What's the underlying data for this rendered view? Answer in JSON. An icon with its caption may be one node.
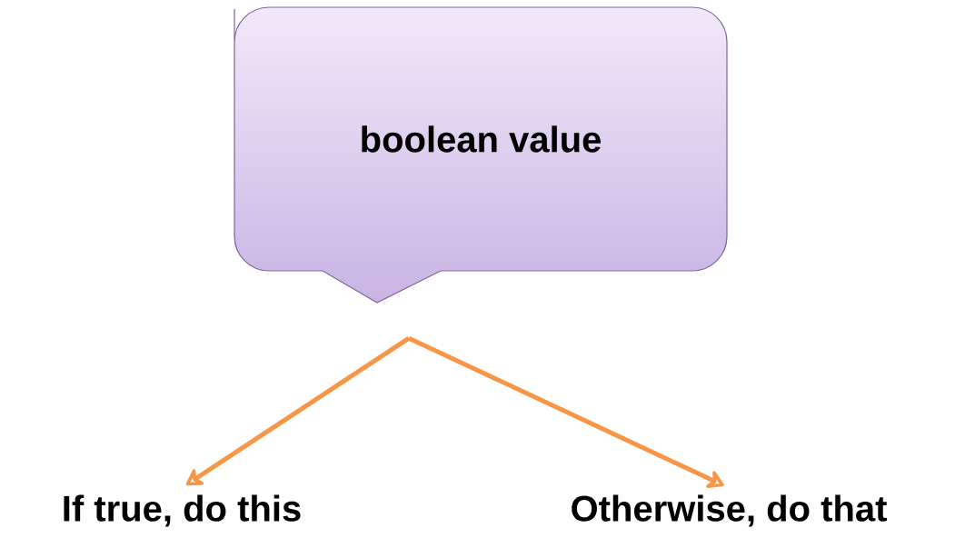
{
  "diagram": {
    "nodes": [
      {
        "text": [
          "boolean value"
        ]
      },
      {
        "text": [
          "If true, do this"
        ]
      },
      {
        "text": [
          "Otherwise, do that"
        ]
      }
    ],
    "edges": [
      {
        "from": 0,
        "to": 1,
        "arrow": "to"
      },
      {
        "from": 0,
        "to": 2,
        "arrow": "to"
      }
    ]
  }
}
